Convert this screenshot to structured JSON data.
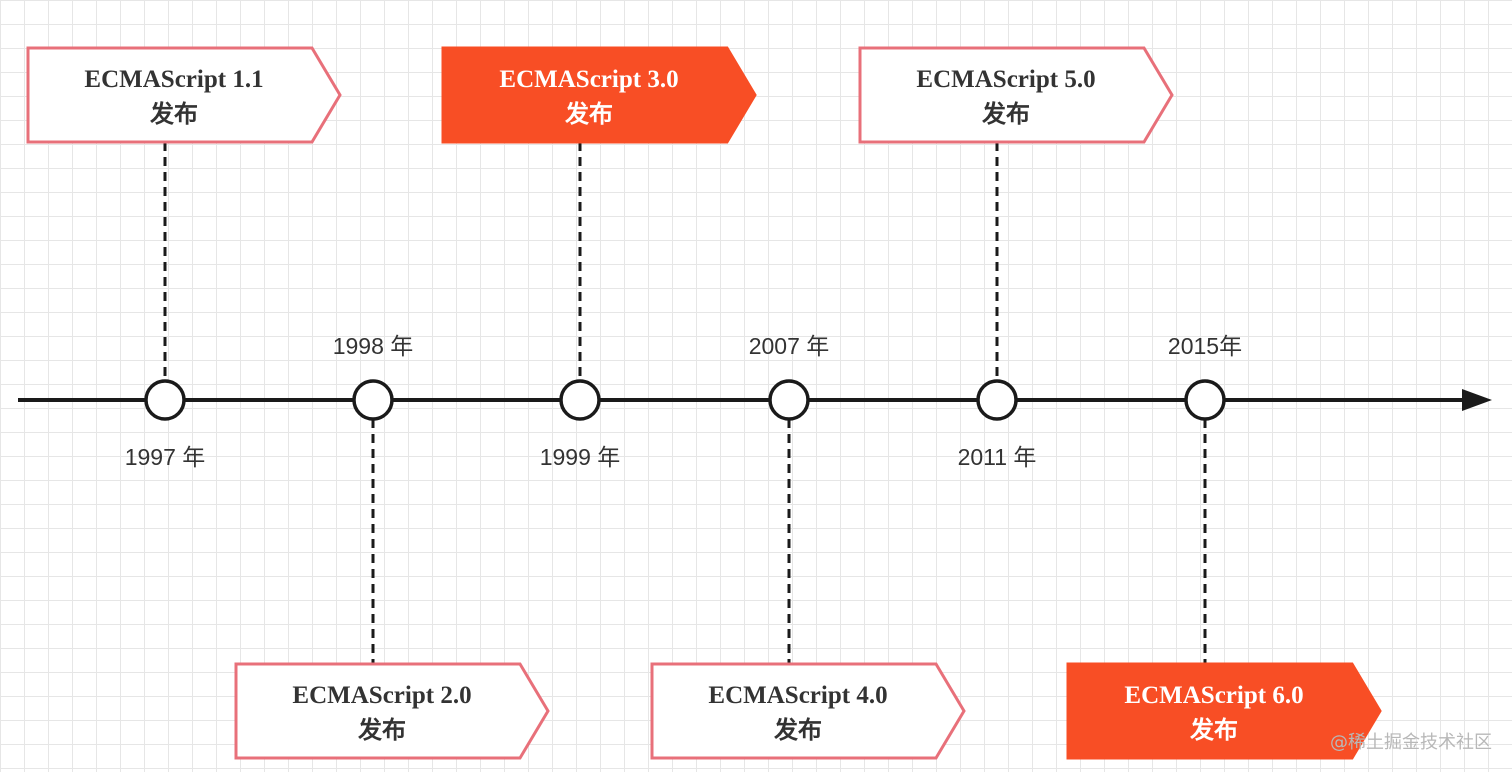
{
  "colors": {
    "axis": "#1a1a1a",
    "card_border": "#e8707a",
    "card_fill": "#ffffff",
    "card_text": "#333333",
    "highlight_fill": "#f84e25",
    "highlight_text": "#ffffff",
    "year_text": "#333333"
  },
  "events": [
    {
      "id": "es1",
      "year": "1997 年",
      "title": "ECMAScript 1.1",
      "subtitle": "发布",
      "highlight": false
    },
    {
      "id": "es2",
      "year": "1998 年",
      "title": "ECMAScript 2.0",
      "subtitle": "发布",
      "highlight": false
    },
    {
      "id": "es3",
      "year": "1999 年",
      "title": "ECMAScript 3.0",
      "subtitle": "发布",
      "highlight": true
    },
    {
      "id": "es4",
      "year": "2007 年",
      "title": "ECMAScript 4.0",
      "subtitle": "发布",
      "highlight": false
    },
    {
      "id": "es5",
      "year": "2011 年",
      "title": "ECMAScript 5.0",
      "subtitle": "发布",
      "highlight": false
    },
    {
      "id": "es6",
      "year": "2015年",
      "title": "ECMAScript 6.0",
      "subtitle": "发布",
      "highlight": true
    }
  ],
  "watermark": "@稀土掘金技术社区"
}
